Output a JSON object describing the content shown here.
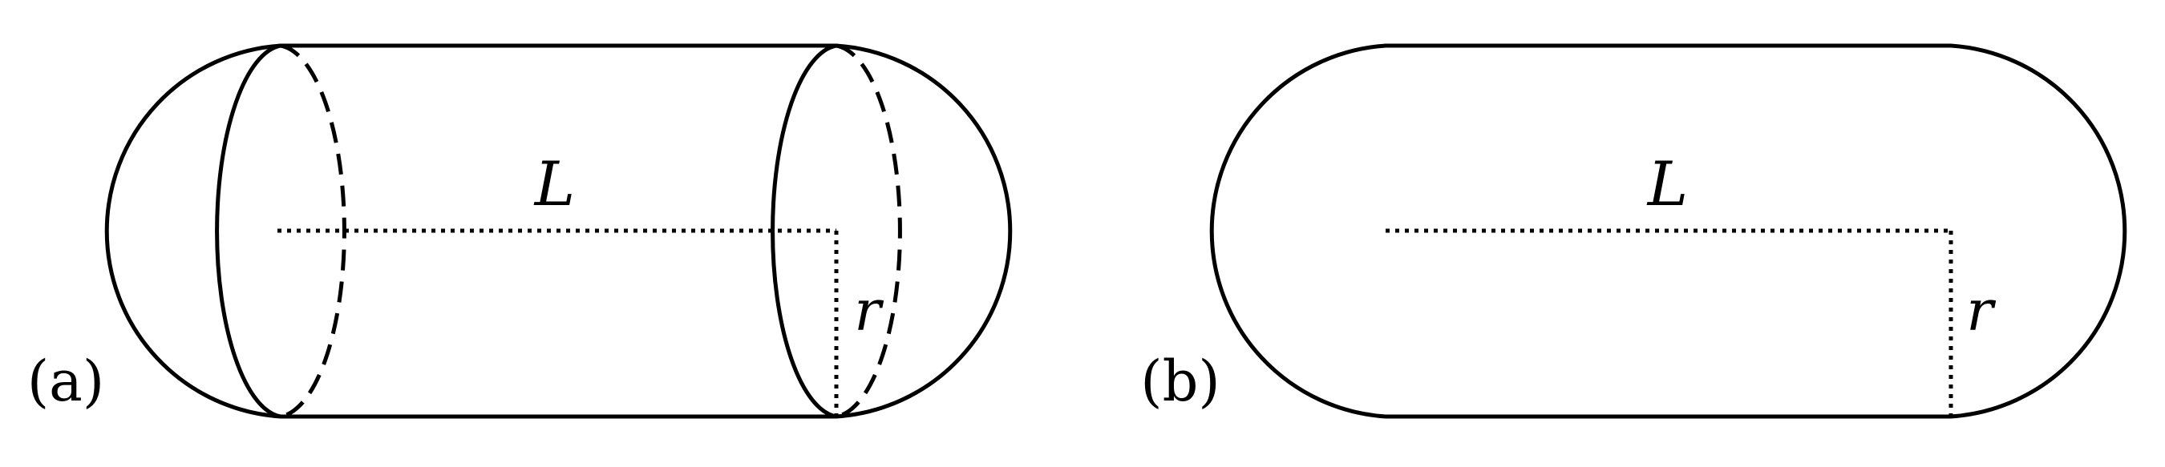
{
  "panels": [
    {
      "label": "(a)",
      "length_label": "L",
      "radius_label": "r"
    },
    {
      "label": "(b)",
      "length_label": "L",
      "radius_label": "r"
    }
  ],
  "colors": {
    "stroke": "#000000",
    "background": "#ffffff"
  }
}
